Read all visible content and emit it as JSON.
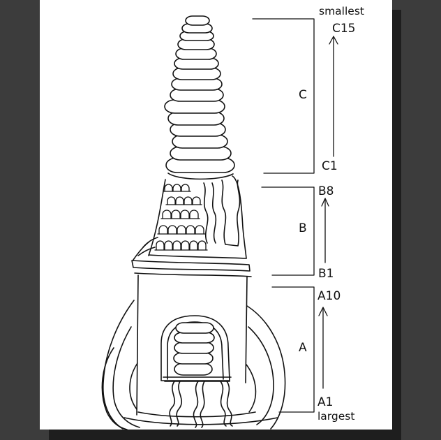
{
  "colors": {
    "background": "#3c3c3c",
    "shadow": "#1e1e1e",
    "paper": "#ffffff",
    "ink": "#111111"
  },
  "labels": {
    "top_note": "smallest",
    "c_top": "C15",
    "c_section": "C",
    "c_bottom": "C1",
    "b_top": "B8",
    "b_section": "B",
    "b_bottom": "B1",
    "a_top": "A10",
    "a_section": "A",
    "a_bottom": "A1",
    "bottom_note": "largest"
  }
}
